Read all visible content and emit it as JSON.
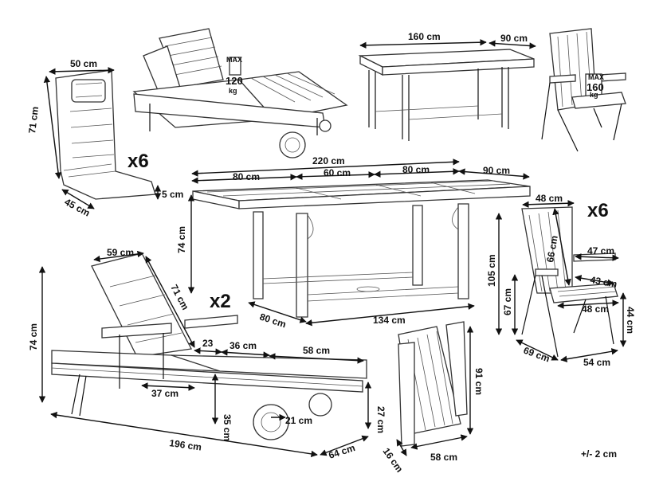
{
  "tolerance": "+/- 2 cm",
  "overview": {
    "cushion_width": "50 cm",
    "cushion_length": "71 cm",
    "cushion_seat": "45 cm",
    "cushion_thickness": "5 cm",
    "cushion_qty": "x6",
    "lounger_max_label": "MAX",
    "lounger_max_value": "120",
    "lounger_max_unit": "kg",
    "table_length": "160 cm",
    "table_width": "90 cm",
    "chair_max_label": "MAX",
    "chair_max_value": "160",
    "chair_max_unit": "kg"
  },
  "table": {
    "total_length": "220 cm",
    "section_left": "80 cm",
    "section_mid": "60 cm",
    "section_right": "80 cm",
    "width": "90 cm",
    "height": "74 cm",
    "depth": "80 cm",
    "leg_span": "134 cm"
  },
  "chair": {
    "qty": "x6",
    "back_width": "48 cm",
    "back_height": "66 cm",
    "arm_width": "47 cm",
    "seat_depth": "43 cm",
    "seat_width": "48 cm",
    "total_height": "105 cm",
    "seat_height": "67 cm",
    "arm_height": "44 cm",
    "depth": "69 cm",
    "width": "54 cm"
  },
  "lounger": {
    "qty": "x2",
    "back_width": "59 cm",
    "back_length": "71 cm",
    "height": "74 cm",
    "seg_a": "23",
    "seg_b": "36 cm",
    "seg_c": "58 cm",
    "arm_offset": "37 cm",
    "seat_height": "35 cm",
    "wheel": "21 cm",
    "foot_height": "27 cm",
    "length": "196 cm",
    "width": "64 cm"
  },
  "folded_chair": {
    "height": "91 cm",
    "depth": "16 cm",
    "width": "58 cm"
  }
}
